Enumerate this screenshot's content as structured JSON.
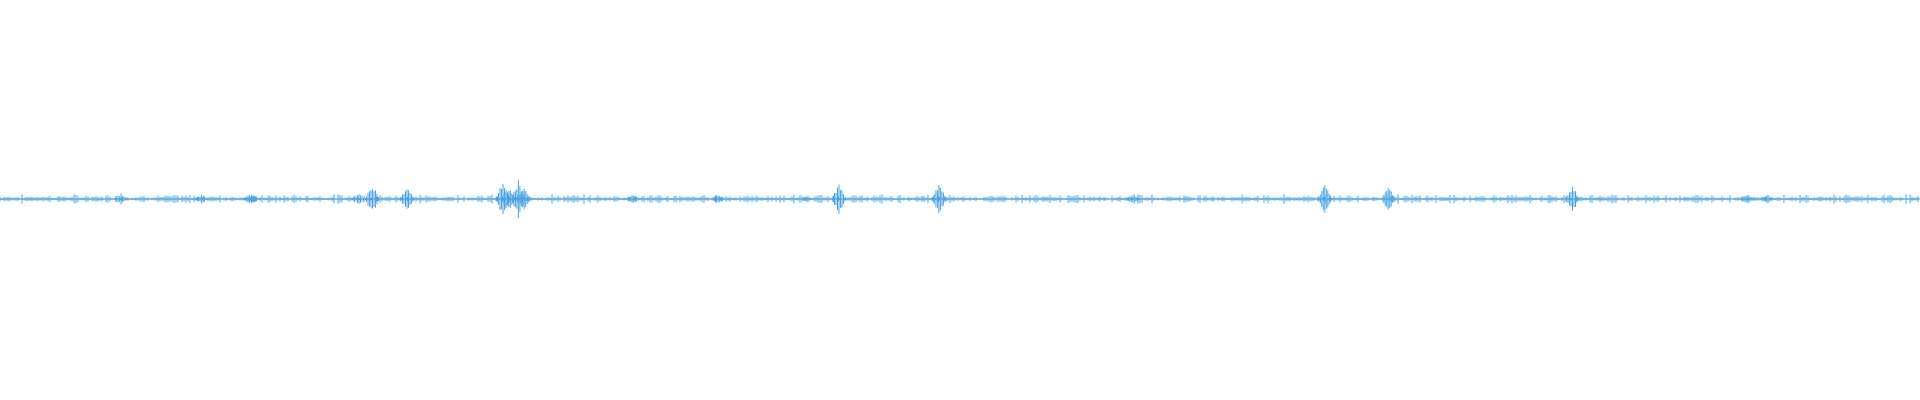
{
  "waveform": {
    "color": "#4ba3e2",
    "background": "#ffffff",
    "baseline_amplitude": 0.003,
    "noise_amplitude": 0.006,
    "transients": [
      {
        "position": 0.063,
        "amplitude": 0.014
      },
      {
        "position": 0.105,
        "amplitude": 0.012
      },
      {
        "position": 0.13,
        "amplitude": 0.011
      },
      {
        "position": 0.132,
        "amplitude": 0.01
      },
      {
        "position": 0.187,
        "amplitude": 0.013
      },
      {
        "position": 0.194,
        "amplitude": 0.04
      },
      {
        "position": 0.212,
        "amplitude": 0.03
      },
      {
        "position": 0.262,
        "amplitude": 0.048
      },
      {
        "position": 0.265,
        "amplitude": 0.03
      },
      {
        "position": 0.27,
        "amplitude": 0.05
      },
      {
        "position": 0.273,
        "amplitude": 0.028
      },
      {
        "position": 0.33,
        "amplitude": 0.012
      },
      {
        "position": 0.374,
        "amplitude": 0.012
      },
      {
        "position": 0.42,
        "amplitude": 0.008
      },
      {
        "position": 0.437,
        "amplitude": 0.04
      },
      {
        "position": 0.489,
        "amplitude": 0.042
      },
      {
        "position": 0.59,
        "amplitude": 0.014
      },
      {
        "position": 0.69,
        "amplitude": 0.04
      },
      {
        "position": 0.723,
        "amplitude": 0.035
      },
      {
        "position": 0.819,
        "amplitude": 0.035
      },
      {
        "position": 0.91,
        "amplitude": 0.012
      },
      {
        "position": 0.92,
        "amplitude": 0.01
      }
    ]
  }
}
